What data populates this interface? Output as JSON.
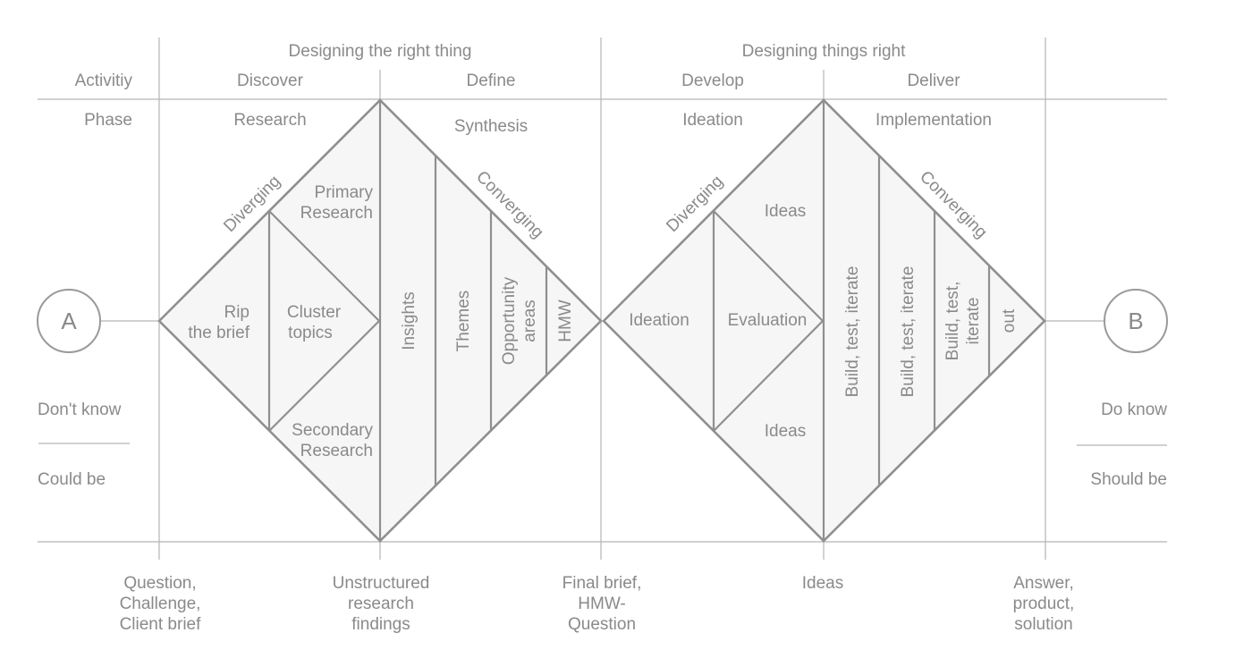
{
  "header": {
    "left_group": "Designing the right thing",
    "right_group": "Designing things right"
  },
  "rows": {
    "activity_label": "Activitiy",
    "phase_label": "Phase"
  },
  "activities": {
    "discover": "Discover",
    "define": "Define",
    "develop": "Develop",
    "deliver": "Deliver"
  },
  "phases": {
    "research": "Research",
    "synthesis": "Synthesis",
    "ideation": "Ideation",
    "implementation": "Implementation"
  },
  "diamond1": {
    "diverging": "Diverging",
    "converging": "Converging",
    "rip": [
      "Rip",
      "the brief"
    ],
    "cluster": [
      "Cluster",
      "topics"
    ],
    "primary": [
      "Primary",
      "Research"
    ],
    "secondary": [
      "Secondary",
      "Research"
    ],
    "insights": "Insights",
    "themes": "Themes",
    "opportunity": [
      "Opportunity",
      "areas"
    ],
    "hmw": "HMW"
  },
  "diamond2": {
    "diverging": "Diverging",
    "converging": "Converging",
    "ideation": "Ideation",
    "evaluation": "Evaluation",
    "ideas_top": "Ideas",
    "ideas_bottom": "Ideas",
    "build1": "Build, test, iterate",
    "build2": "Build, test, iterate",
    "build3": [
      "Build, test,",
      "iterate"
    ],
    "out": "out"
  },
  "endpoints": {
    "start": "A",
    "end": "B",
    "dont_know": "Don't know",
    "could_be": "Could be",
    "do_know": "Do know",
    "should_be": "Should be"
  },
  "outputs": {
    "question": [
      "Question,",
      "Challenge,",
      "Client brief"
    ],
    "unstructured": [
      "Unstructured",
      "research",
      "findings"
    ],
    "final_brief": [
      "Final brief,",
      "HMW-",
      "Question"
    ],
    "ideas": [
      "Ideas"
    ],
    "answer": [
      "Answer,",
      "product,",
      "solution"
    ]
  }
}
